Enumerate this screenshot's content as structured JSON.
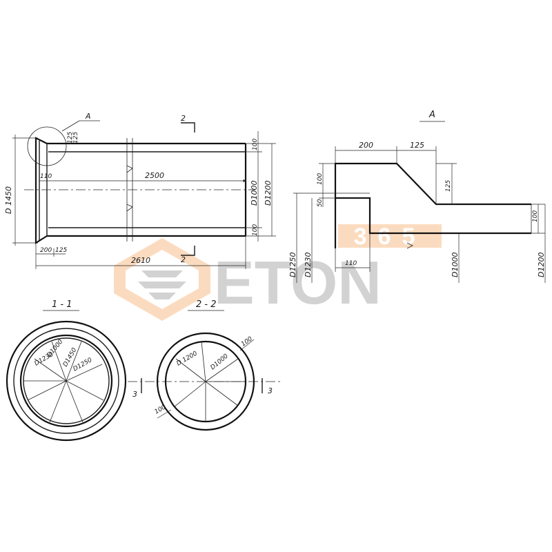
{
  "labels": {
    "detail_callout": "A",
    "section_2_top": "2",
    "section_2_bottom": "2",
    "section_3_left": "3",
    "section_3_right": "3",
    "section_1_1_title": "1 - 1",
    "section_2_2_title": "2 - 2",
    "detail_a_title": "A"
  },
  "dims_main": {
    "d1450": "D 1450",
    "len_2500": "2500",
    "len_2610": "2610",
    "d1000": "D1000",
    "d1200": "D1200",
    "top_100": "100",
    "bot_100": "100",
    "w200": "200",
    "w125": "125",
    "corner_125a": "125",
    "corner_125b": "125",
    "t110": "110"
  },
  "dims_detail": {
    "w200": "200",
    "w125": "125",
    "v100a": "100",
    "v125": "125",
    "v50": "50",
    "v100b": "100",
    "h110": "110",
    "d1250": "D1250",
    "d1230": "D1230",
    "d1000": "D1000",
    "d1200": "D1200"
  },
  "dims_sec11": {
    "d1450": "D1450",
    "d1000": "D1000",
    "d1230": "D1230",
    "d1250": "D1250"
  },
  "dims_sec22": {
    "d1200": "D 1200",
    "d1000": "D1000",
    "t100a": "100",
    "t100b": "100"
  },
  "watermark": {
    "brand": "ETON",
    "badge": "365",
    "color_orange": "#f6a25a",
    "color_gray": "#8a8a8a"
  }
}
